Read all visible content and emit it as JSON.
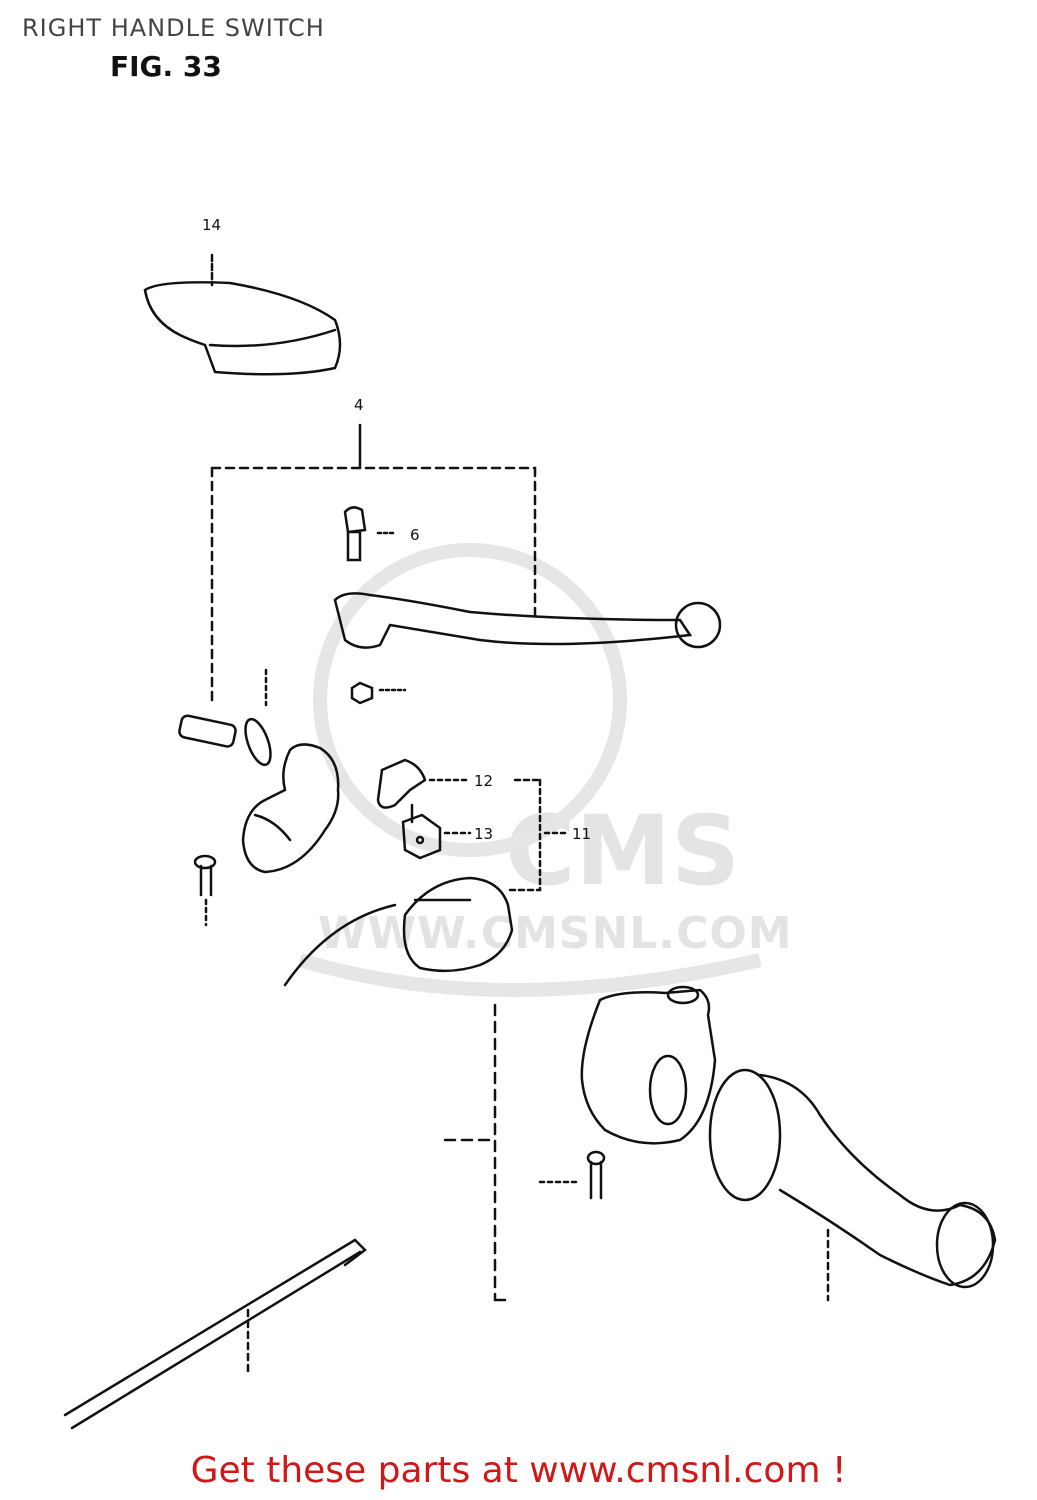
{
  "header": {
    "title": "RIGHT HANDLE SWITCH",
    "figure": "FIG. 33"
  },
  "watermark": {
    "brand": "CMS",
    "url": "WWW.CMSNL.COM"
  },
  "callouts": {
    "c4": "4",
    "c6": "6",
    "c11": "11",
    "c12": "12",
    "c13": "13",
    "c14": "14"
  },
  "footer": {
    "text": "Get these parts at www.cmsnl.com !",
    "color": "#d01818"
  }
}
